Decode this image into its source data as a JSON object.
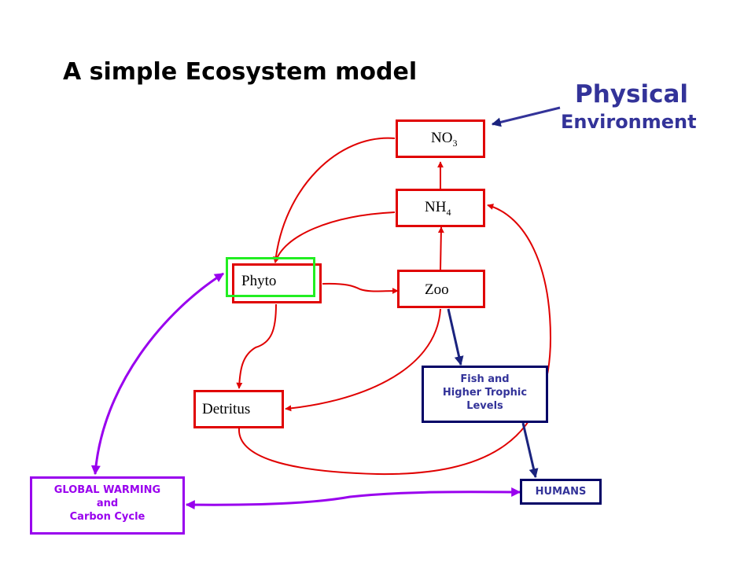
{
  "title": "A simple Ecosystem model",
  "physical_environment": {
    "line1": "Physical",
    "line2": "Environment"
  },
  "boxes": {
    "no3": {
      "base": "NO",
      "sub": "3"
    },
    "nh4": {
      "base": "NH",
      "sub": "4"
    },
    "phyto": "Phyto",
    "zoo": "Zoo",
    "detritus": "Detritus",
    "fish": [
      "Fish and",
      "Higher Trophic",
      "Levels"
    ],
    "humans": "HUMANS",
    "global_warming": [
      "GLOBAL WARMING",
      "and",
      "Carbon Cycle"
    ]
  },
  "colors": {
    "nutrient_flow": "#e00000",
    "trophic_flow": "#000066",
    "climate_flow": "#9900ee",
    "phyto_highlight": "#22ee22",
    "header_text": "#333399"
  }
}
